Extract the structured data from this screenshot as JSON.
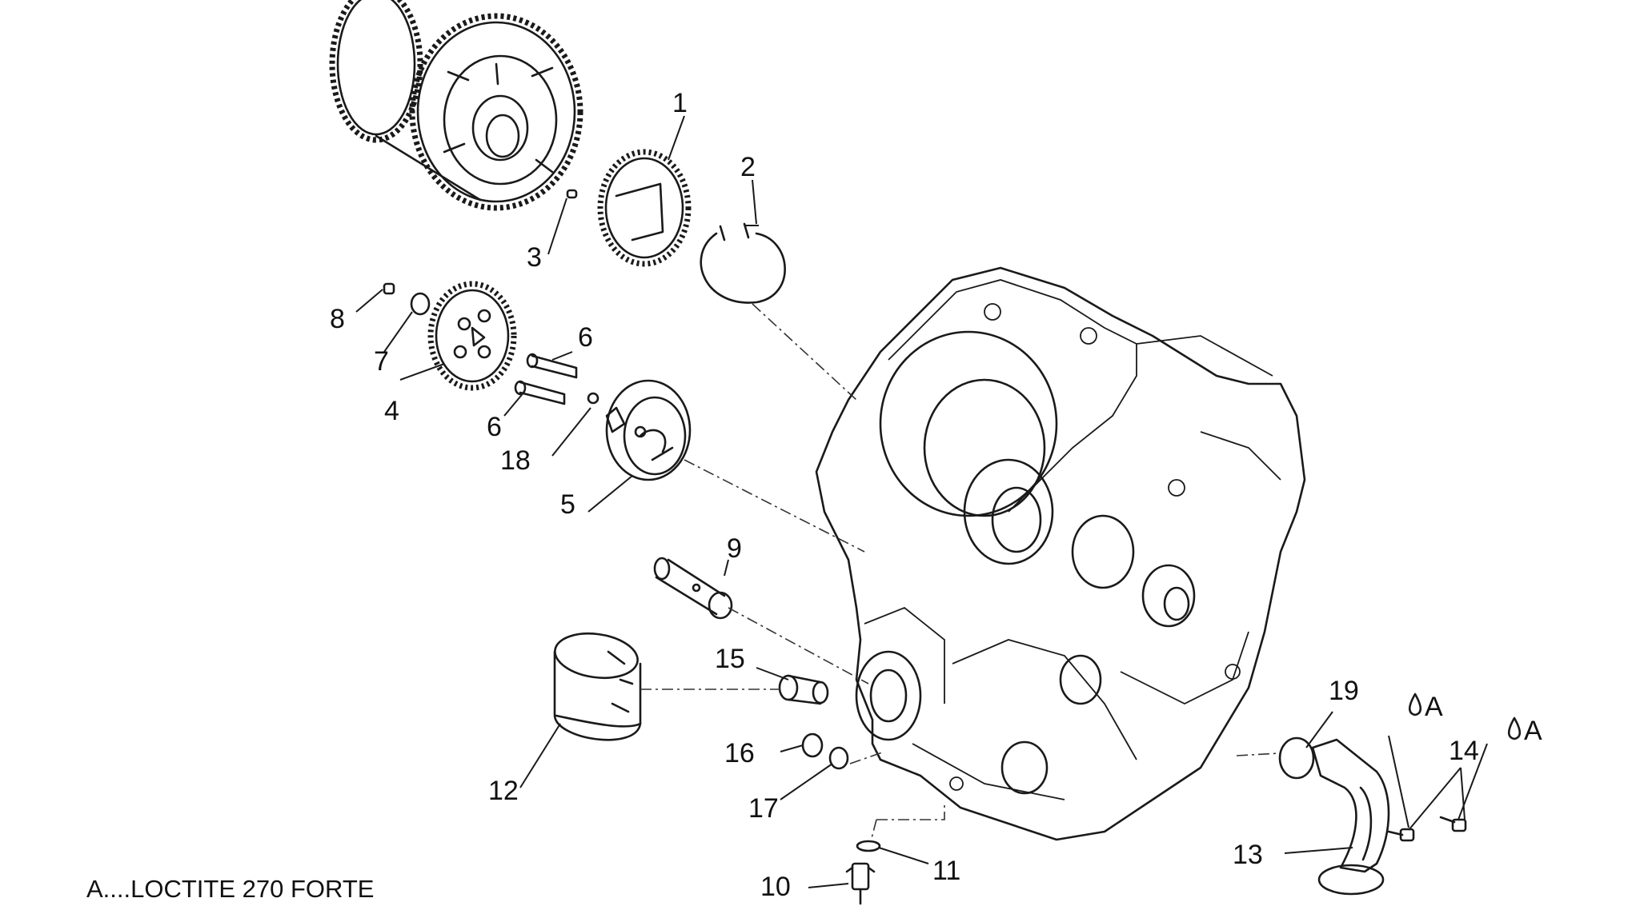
{
  "diagram": {
    "labels": [
      "1",
      "2",
      "3",
      "4",
      "5",
      "6",
      "6",
      "7",
      "8",
      "9",
      "10",
      "11",
      "12",
      "13",
      "14",
      "15",
      "16",
      "17",
      "18",
      "19"
    ],
    "loctite_marker": "A",
    "note": "A....LOCTITE 270 FORTE"
  }
}
